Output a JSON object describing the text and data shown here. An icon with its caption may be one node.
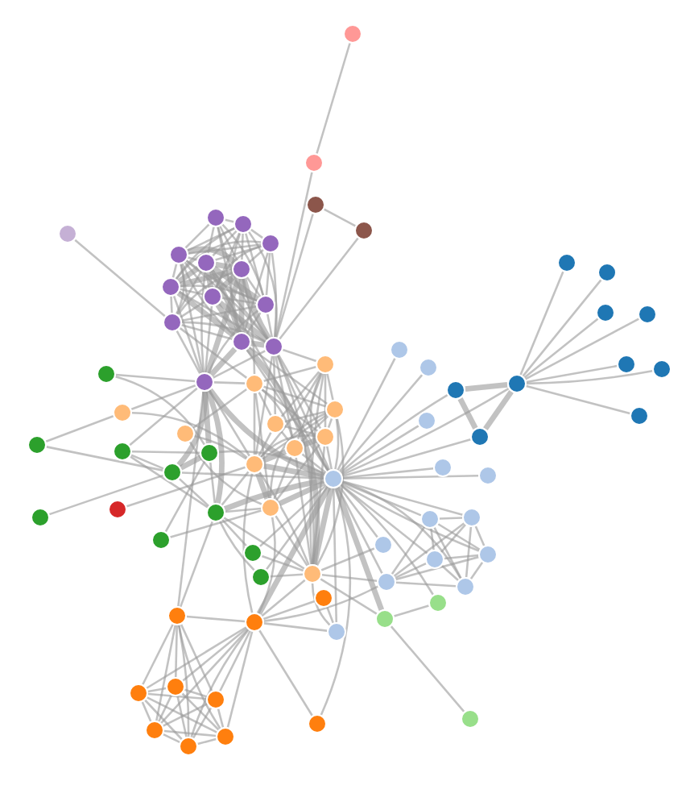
{
  "diagram": {
    "nodes": [
      {
        "text": [],
        "shape": "circle"
      },
      {
        "text": [],
        "shape": "circle"
      },
      {
        "text": [],
        "shape": "circle"
      },
      {
        "text": [],
        "shape": "circle"
      },
      {
        "text": [],
        "shape": "circle"
      },
      {
        "text": [],
        "shape": "circle"
      },
      {
        "text": [],
        "shape": "circle"
      },
      {
        "text": [],
        "shape": "circle"
      },
      {
        "text": [],
        "shape": "circle"
      },
      {
        "text": [],
        "shape": "circle"
      },
      {
        "text": [],
        "shape": "circle"
      },
      {
        "text": [],
        "shape": "circle"
      },
      {
        "text": [],
        "shape": "circle"
      },
      {
        "text": [],
        "shape": "circle"
      },
      {
        "text": [],
        "shape": "circle"
      },
      {
        "text": [],
        "shape": "circle"
      },
      {
        "text": [],
        "shape": "circle"
      },
      {
        "text": [],
        "shape": "circle"
      },
      {
        "text": [],
        "shape": "circle"
      },
      {
        "text": [],
        "shape": "circle"
      },
      {
        "text": [],
        "shape": "circle"
      },
      {
        "text": [],
        "shape": "circle"
      },
      {
        "text": [],
        "shape": "circle"
      },
      {
        "text": [],
        "shape": "circle"
      },
      {
        "text": [],
        "shape": "circle"
      },
      {
        "text": [],
        "shape": "circle"
      },
      {
        "text": [],
        "shape": "circle"
      },
      {
        "text": [],
        "shape": "circle"
      },
      {
        "text": [],
        "shape": "circle"
      },
      {
        "text": [],
        "shape": "circle"
      },
      {
        "text": [],
        "shape": "circle"
      },
      {
        "text": [],
        "shape": "circle"
      },
      {
        "text": [],
        "shape": "circle"
      },
      {
        "text": [],
        "shape": "circle"
      },
      {
        "text": [],
        "shape": "circle"
      },
      {
        "text": [],
        "shape": "circle"
      },
      {
        "text": [],
        "shape": "circle"
      },
      {
        "text": [],
        "shape": "circle"
      },
      {
        "text": [],
        "shape": "circle"
      },
      {
        "text": [],
        "shape": "circle"
      },
      {
        "text": [],
        "shape": "circle"
      },
      {
        "text": [],
        "shape": "circle"
      },
      {
        "text": [],
        "shape": "circle"
      },
      {
        "text": [],
        "shape": "circle"
      },
      {
        "text": [],
        "shape": "circle"
      },
      {
        "text": [],
        "shape": "circle"
      },
      {
        "text": [],
        "shape": "circle"
      },
      {
        "text": [],
        "shape": "circle"
      },
      {
        "text": [],
        "shape": "circle"
      },
      {
        "text": [],
        "shape": "circle"
      },
      {
        "text": [],
        "shape": "circle"
      },
      {
        "text": [],
        "shape": "circle"
      },
      {
        "text": [],
        "shape": "circle"
      },
      {
        "text": [],
        "shape": "circle"
      },
      {
        "text": [],
        "shape": "circle"
      },
      {
        "text": [],
        "shape": "circle"
      },
      {
        "text": [],
        "shape": "circle"
      },
      {
        "text": [],
        "shape": "circle"
      },
      {
        "text": [],
        "shape": "circle"
      },
      {
        "text": [],
        "shape": "circle"
      },
      {
        "text": [],
        "shape": "circle"
      },
      {
        "text": [],
        "shape": "circle"
      },
      {
        "text": [],
        "shape": "circle"
      },
      {
        "text": [],
        "shape": "circle"
      },
      {
        "text": [],
        "shape": "circle"
      },
      {
        "text": [],
        "shape": "circle"
      },
      {
        "text": [],
        "shape": "circle"
      },
      {
        "text": [],
        "shape": "circle"
      },
      {
        "text": [],
        "shape": "circle"
      },
      {
        "text": [],
        "shape": "circle"
      },
      {
        "text": [],
        "shape": "circle"
      },
      {
        "text": [],
        "shape": "circle"
      },
      {
        "text": [],
        "shape": "circle"
      },
      {
        "text": [],
        "shape": "circle"
      },
      {
        "text": [],
        "shape": "circle"
      },
      {
        "text": [],
        "shape": "circle"
      },
      {
        "text": [],
        "shape": "circle"
      }
    ],
    "edges": [
      {
        "from": 1,
        "to": 0,
        "arrow": "none"
      },
      {
        "from": 2,
        "to": 0,
        "arrow": "none",
        "style": "thick"
      },
      {
        "from": 3,
        "to": 0,
        "arrow": "none",
        "style": "thick"
      },
      {
        "from": 3,
        "to": 2,
        "arrow": "none",
        "style": "thick"
      },
      {
        "from": 4,
        "to": 0,
        "arrow": "none"
      },
      {
        "from": 5,
        "to": 0,
        "arrow": "none"
      },
      {
        "from": 6,
        "to": 0,
        "arrow": "none"
      },
      {
        "from": 7,
        "to": 0,
        "arrow": "none"
      },
      {
        "from": 8,
        "to": 0,
        "arrow": "none"
      },
      {
        "from": 9,
        "to": 0,
        "arrow": "none"
      },
      {
        "from": 11,
        "to": 10,
        "arrow": "none"
      },
      {
        "from": 11,
        "to": 3,
        "arrow": "none"
      },
      {
        "from": 11,
        "to": 2,
        "arrow": "none"
      },
      {
        "from": 11,
        "to": 0,
        "arrow": "none"
      },
      {
        "from": 12,
        "to": 11,
        "arrow": "none"
      },
      {
        "from": 13,
        "to": 11,
        "arrow": "none"
      },
      {
        "from": 14,
        "to": 11,
        "arrow": "none"
      },
      {
        "from": 15,
        "to": 11,
        "arrow": "none"
      },
      {
        "from": 17,
        "to": 16,
        "arrow": "none"
      },
      {
        "from": 18,
        "to": 16,
        "arrow": "none"
      },
      {
        "from": 18,
        "to": 17,
        "arrow": "none"
      },
      {
        "from": 19,
        "to": 16,
        "arrow": "none"
      },
      {
        "from": 19,
        "to": 17,
        "arrow": "none"
      },
      {
        "from": 19,
        "to": 18,
        "arrow": "none"
      },
      {
        "from": 20,
        "to": 16,
        "arrow": "none"
      },
      {
        "from": 20,
        "to": 17,
        "arrow": "none"
      },
      {
        "from": 20,
        "to": 18,
        "arrow": "none"
      },
      {
        "from": 20,
        "to": 19,
        "arrow": "none"
      },
      {
        "from": 21,
        "to": 16,
        "arrow": "none"
      },
      {
        "from": 21,
        "to": 17,
        "arrow": "none"
      },
      {
        "from": 21,
        "to": 18,
        "arrow": "none"
      },
      {
        "from": 21,
        "to": 19,
        "arrow": "none"
      },
      {
        "from": 21,
        "to": 20,
        "arrow": "none"
      },
      {
        "from": 22,
        "to": 16,
        "arrow": "none"
      },
      {
        "from": 22,
        "to": 17,
        "arrow": "none"
      },
      {
        "from": 22,
        "to": 18,
        "arrow": "none"
      },
      {
        "from": 22,
        "to": 19,
        "arrow": "none"
      },
      {
        "from": 22,
        "to": 20,
        "arrow": "none"
      },
      {
        "from": 22,
        "to": 21,
        "arrow": "none"
      },
      {
        "from": 23,
        "to": 16,
        "arrow": "none"
      },
      {
        "from": 23,
        "to": 17,
        "arrow": "none"
      },
      {
        "from": 23,
        "to": 18,
        "arrow": "none"
      },
      {
        "from": 23,
        "to": 19,
        "arrow": "none"
      },
      {
        "from": 23,
        "to": 20,
        "arrow": "none"
      },
      {
        "from": 23,
        "to": 21,
        "arrow": "none"
      },
      {
        "from": 23,
        "to": 22,
        "arrow": "none"
      },
      {
        "from": 23,
        "to": 12,
        "arrow": "none"
      },
      {
        "from": 23,
        "to": 11,
        "arrow": "none",
        "style": "thick"
      },
      {
        "from": 24,
        "to": 23,
        "arrow": "none"
      },
      {
        "from": 24,
        "to": 11,
        "arrow": "none",
        "style": "thick"
      },
      {
        "from": 25,
        "to": 24,
        "arrow": "none",
        "style": "thick"
      },
      {
        "from": 25,
        "to": 23,
        "arrow": "none"
      },
      {
        "from": 25,
        "to": 11,
        "arrow": "none",
        "style": "thick"
      },
      {
        "from": 26,
        "to": 24,
        "arrow": "none"
      },
      {
        "from": 26,
        "to": 11,
        "arrow": "none",
        "style": "thick"
      },
      {
        "from": 26,
        "to": 16,
        "arrow": "none"
      },
      {
        "from": 26,
        "to": 25,
        "arrow": "none"
      },
      {
        "from": 27,
        "to": 11,
        "arrow": "none",
        "style": "thick"
      },
      {
        "from": 27,
        "to": 23,
        "arrow": "none"
      },
      {
        "from": 27,
        "to": 25,
        "arrow": "none"
      },
      {
        "from": 27,
        "to": 24,
        "arrow": "none"
      },
      {
        "from": 27,
        "to": 26,
        "arrow": "none"
      },
      {
        "from": 28,
        "to": 11,
        "arrow": "none",
        "style": "thick"
      },
      {
        "from": 28,
        "to": 27,
        "arrow": "none"
      },
      {
        "from": 29,
        "to": 23,
        "arrow": "none"
      },
      {
        "from": 29,
        "to": 27,
        "arrow": "none"
      },
      {
        "from": 29,
        "to": 11,
        "arrow": "none"
      },
      {
        "from": 30,
        "to": 23,
        "arrow": "none"
      },
      {
        "from": 31,
        "to": 30,
        "arrow": "none"
      },
      {
        "from": 31,
        "to": 11,
        "arrow": "none"
      },
      {
        "from": 31,
        "to": 23,
        "arrow": "none"
      },
      {
        "from": 31,
        "to": 27,
        "arrow": "none"
      },
      {
        "from": 32,
        "to": 11,
        "arrow": "none"
      },
      {
        "from": 33,
        "to": 11,
        "arrow": "none"
      },
      {
        "from": 33,
        "to": 27,
        "arrow": "none"
      },
      {
        "from": 34,
        "to": 11,
        "arrow": "none"
      },
      {
        "from": 34,
        "to": 29,
        "arrow": "none"
      },
      {
        "from": 35,
        "to": 11,
        "arrow": "none"
      },
      {
        "from": 35,
        "to": 34,
        "arrow": "none"
      },
      {
        "from": 35,
        "to": 29,
        "arrow": "none"
      },
      {
        "from": 36,
        "to": 34,
        "arrow": "none"
      },
      {
        "from": 36,
        "to": 35,
        "arrow": "none"
      },
      {
        "from": 36,
        "to": 11,
        "arrow": "none"
      },
      {
        "from": 36,
        "to": 29,
        "arrow": "none"
      },
      {
        "from": 37,
        "to": 34,
        "arrow": "none"
      },
      {
        "from": 37,
        "to": 35,
        "arrow": "none"
      },
      {
        "from": 37,
        "to": 36,
        "arrow": "none"
      },
      {
        "from": 37,
        "to": 11,
        "arrow": "none"
      },
      {
        "from": 37,
        "to": 29,
        "arrow": "none"
      },
      {
        "from": 38,
        "to": 34,
        "arrow": "none"
      },
      {
        "from": 38,
        "to": 35,
        "arrow": "none"
      },
      {
        "from": 38,
        "to": 36,
        "arrow": "none"
      },
      {
        "from": 38,
        "to": 37,
        "arrow": "none"
      },
      {
        "from": 38,
        "to": 11,
        "arrow": "none"
      },
      {
        "from": 38,
        "to": 29,
        "arrow": "none"
      },
      {
        "from": 39,
        "to": 25,
        "arrow": "none"
      },
      {
        "from": 40,
        "to": 25,
        "arrow": "none"
      },
      {
        "from": 41,
        "to": 24,
        "arrow": "none"
      },
      {
        "from": 41,
        "to": 25,
        "arrow": "none"
      },
      {
        "from": 42,
        "to": 41,
        "arrow": "none"
      },
      {
        "from": 42,
        "to": 25,
        "arrow": "none"
      },
      {
        "from": 42,
        "to": 24,
        "arrow": "none"
      },
      {
        "from": 43,
        "to": 11,
        "arrow": "none"
      },
      {
        "from": 43,
        "to": 26,
        "arrow": "none"
      },
      {
        "from": 43,
        "to": 27,
        "arrow": "none"
      },
      {
        "from": 44,
        "to": 28,
        "arrow": "none"
      },
      {
        "from": 44,
        "to": 11,
        "arrow": "none"
      },
      {
        "from": 45,
        "to": 28,
        "arrow": "none"
      },
      {
        "from": 47,
        "to": 46,
        "arrow": "none"
      },
      {
        "from": 48,
        "to": 47,
        "arrow": "none"
      },
      {
        "from": 48,
        "to": 25,
        "arrow": "none"
      },
      {
        "from": 48,
        "to": 27,
        "arrow": "none"
      },
      {
        "from": 48,
        "to": 11,
        "arrow": "none"
      },
      {
        "from": 49,
        "to": 26,
        "arrow": "none"
      },
      {
        "from": 49,
        "to": 11,
        "arrow": "none"
      },
      {
        "from": 50,
        "to": 49,
        "arrow": "none"
      },
      {
        "from": 50,
        "to": 24,
        "arrow": "none"
      },
      {
        "from": 51,
        "to": 49,
        "arrow": "none",
        "style": "thick"
      },
      {
        "from": 51,
        "to": 26,
        "arrow": "none"
      },
      {
        "from": 51,
        "to": 11,
        "arrow": "none"
      },
      {
        "from": 52,
        "to": 51,
        "arrow": "none"
      },
      {
        "from": 52,
        "to": 39,
        "arrow": "none"
      },
      {
        "from": 53,
        "to": 51,
        "arrow": "none"
      },
      {
        "from": 54,
        "to": 51,
        "arrow": "none"
      },
      {
        "from": 54,
        "to": 49,
        "arrow": "none"
      },
      {
        "from": 54,
        "to": 26,
        "arrow": "none"
      },
      {
        "from": 55,
        "to": 51,
        "arrow": "none",
        "style": "thick"
      },
      {
        "from": 55,
        "to": 49,
        "arrow": "none",
        "style": "thick"
      },
      {
        "from": 55,
        "to": 39,
        "arrow": "none"
      },
      {
        "from": 55,
        "to": 54,
        "arrow": "none"
      },
      {
        "from": 55,
        "to": 26,
        "arrow": "none",
        "style": "thick"
      },
      {
        "from": 55,
        "to": 11,
        "arrow": "none",
        "style": "thick"
      },
      {
        "from": 55,
        "to": 16,
        "arrow": "none"
      },
      {
        "from": 55,
        "to": 25,
        "arrow": "none"
      },
      {
        "from": 55,
        "to": 41,
        "arrow": "none"
      },
      {
        "from": 55,
        "to": 48,
        "arrow": "none"
      },
      {
        "from": 56,
        "to": 49,
        "arrow": "none"
      },
      {
        "from": 56,
        "to": 55,
        "arrow": "none"
      },
      {
        "from": 57,
        "to": 55,
        "arrow": "none"
      },
      {
        "from": 57,
        "to": 41,
        "arrow": "none"
      },
      {
        "from": 57,
        "to": 48,
        "arrow": "none"
      },
      {
        "from": 58,
        "to": 55,
        "arrow": "none",
        "style": "thick"
      },
      {
        "from": 58,
        "to": 48,
        "arrow": "none",
        "style": "thick"
      },
      {
        "from": 58,
        "to": 27,
        "arrow": "none",
        "style": "thick"
      },
      {
        "from": 58,
        "to": 57,
        "arrow": "none"
      },
      {
        "from": 58,
        "to": 11,
        "arrow": "none"
      },
      {
        "from": 59,
        "to": 58,
        "arrow": "none",
        "style": "thick"
      },
      {
        "from": 59,
        "to": 55,
        "arrow": "none"
      },
      {
        "from": 59,
        "to": 48,
        "arrow": "none",
        "style": "thick"
      },
      {
        "from": 59,
        "to": 57,
        "arrow": "none"
      },
      {
        "from": 60,
        "to": 48,
        "arrow": "none"
      },
      {
        "from": 60,
        "to": 58,
        "arrow": "none"
      },
      {
        "from": 60,
        "to": 59,
        "arrow": "none"
      },
      {
        "from": 61,
        "to": 48,
        "arrow": "none"
      },
      {
        "from": 61,
        "to": 58,
        "arrow": "none",
        "style": "thick"
      },
      {
        "from": 61,
        "to": 60,
        "arrow": "none"
      },
      {
        "from": 61,
        "to": 59,
        "arrow": "none"
      },
      {
        "from": 61,
        "to": 57,
        "arrow": "none"
      },
      {
        "from": 61,
        "to": 55,
        "arrow": "none"
      },
      {
        "from": 62,
        "to": 55,
        "arrow": "none",
        "style": "thick"
      },
      {
        "from": 62,
        "to": 58,
        "arrow": "none",
        "style": "thick"
      },
      {
        "from": 62,
        "to": 59,
        "arrow": "none",
        "style": "thick"
      },
      {
        "from": 62,
        "to": 48,
        "arrow": "none",
        "style": "thick"
      },
      {
        "from": 62,
        "to": 57,
        "arrow": "none"
      },
      {
        "from": 62,
        "to": 41,
        "arrow": "none"
      },
      {
        "from": 62,
        "to": 61,
        "arrow": "none",
        "style": "thick"
      },
      {
        "from": 62,
        "to": 60,
        "arrow": "none"
      },
      {
        "from": 63,
        "to": 59,
        "arrow": "none"
      },
      {
        "from": 63,
        "to": 48,
        "arrow": "none"
      },
      {
        "from": 63,
        "to": 62,
        "arrow": "none",
        "style": "thick"
      },
      {
        "from": 63,
        "to": 57,
        "arrow": "none"
      },
      {
        "from": 63,
        "to": 58,
        "arrow": "none"
      },
      {
        "from": 63,
        "to": 61,
        "arrow": "none"
      },
      {
        "from": 63,
        "to": 60,
        "arrow": "none"
      },
      {
        "from": 63,
        "to": 55,
        "arrow": "none"
      },
      {
        "from": 64,
        "to": 55,
        "arrow": "none"
      },
      {
        "from": 64,
        "to": 62,
        "arrow": "none",
        "style": "thick"
      },
      {
        "from": 64,
        "to": 48,
        "arrow": "none"
      },
      {
        "from": 64,
        "to": 63,
        "arrow": "none"
      },
      {
        "from": 64,
        "to": 58,
        "arrow": "none",
        "style": "thick"
      },
      {
        "from": 64,
        "to": 61,
        "arrow": "none",
        "style": "thick"
      },
      {
        "from": 64,
        "to": 60,
        "arrow": "none"
      },
      {
        "from": 64,
        "to": 59,
        "arrow": "none",
        "style": "thick"
      },
      {
        "from": 64,
        "to": 57,
        "arrow": "none"
      },
      {
        "from": 64,
        "to": 11,
        "arrow": "none"
      },
      {
        "from": 65,
        "to": 63,
        "arrow": "none"
      },
      {
        "from": 65,
        "to": 64,
        "arrow": "none",
        "style": "thick"
      },
      {
        "from": 65,
        "to": 48,
        "arrow": "none"
      },
      {
        "from": 65,
        "to": 62,
        "arrow": "none"
      },
      {
        "from": 65,
        "to": 58,
        "arrow": "none"
      },
      {
        "from": 65,
        "to": 61,
        "arrow": "none"
      },
      {
        "from": 65,
        "to": 60,
        "arrow": "none"
      },
      {
        "from": 65,
        "to": 59,
        "arrow": "none"
      },
      {
        "from": 65,
        "to": 57,
        "arrow": "none"
      },
      {
        "from": 65,
        "to": 55,
        "arrow": "none"
      },
      {
        "from": 66,
        "to": 64,
        "arrow": "none"
      },
      {
        "from": 66,
        "to": 58,
        "arrow": "none"
      },
      {
        "from": 66,
        "to": 59,
        "arrow": "none"
      },
      {
        "from": 66,
        "to": 62,
        "arrow": "none"
      },
      {
        "from": 66,
        "to": 65,
        "arrow": "none"
      },
      {
        "from": 66,
        "to": 48,
        "arrow": "none"
      },
      {
        "from": 66,
        "to": 63,
        "arrow": "none"
      },
      {
        "from": 66,
        "to": 61,
        "arrow": "none"
      },
      {
        "from": 66,
        "to": 60,
        "arrow": "none"
      },
      {
        "from": 67,
        "to": 57,
        "arrow": "none"
      },
      {
        "from": 68,
        "to": 25,
        "arrow": "none"
      },
      {
        "from": 68,
        "to": 11,
        "arrow": "none"
      },
      {
        "from": 68,
        "to": 24,
        "arrow": "none"
      },
      {
        "from": 68,
        "to": 27,
        "arrow": "none"
      },
      {
        "from": 68,
        "to": 48,
        "arrow": "none"
      },
      {
        "from": 68,
        "to": 41,
        "arrow": "none"
      },
      {
        "from": 69,
        "to": 25,
        "arrow": "none",
        "style": "thick"
      },
      {
        "from": 69,
        "to": 68,
        "arrow": "none",
        "style": "thick"
      },
      {
        "from": 69,
        "to": 11,
        "arrow": "none"
      },
      {
        "from": 69,
        "to": 24,
        "arrow": "none"
      },
      {
        "from": 69,
        "to": 27,
        "arrow": "none"
      },
      {
        "from": 69,
        "to": 48,
        "arrow": "none"
      },
      {
        "from": 69,
        "to": 41,
        "arrow": "none"
      },
      {
        "from": 70,
        "to": 25,
        "arrow": "none"
      },
      {
        "from": 70,
        "to": 69,
        "arrow": "none"
      },
      {
        "from": 70,
        "to": 68,
        "arrow": "none"
      },
      {
        "from": 70,
        "to": 11,
        "arrow": "none"
      },
      {
        "from": 70,
        "to": 24,
        "arrow": "none"
      },
      {
        "from": 70,
        "to": 27,
        "arrow": "none"
      },
      {
        "from": 70,
        "to": 41,
        "arrow": "none"
      },
      {
        "from": 70,
        "to": 58,
        "arrow": "none"
      },
      {
        "from": 71,
        "to": 27,
        "arrow": "none"
      },
      {
        "from": 71,
        "to": 69,
        "arrow": "none"
      },
      {
        "from": 71,
        "to": 68,
        "arrow": "none"
      },
      {
        "from": 71,
        "to": 70,
        "arrow": "none"
      },
      {
        "from": 71,
        "to": 11,
        "arrow": "none"
      },
      {
        "from": 71,
        "to": 48,
        "arrow": "none"
      },
      {
        "from": 71,
        "to": 41,
        "arrow": "none"
      },
      {
        "from": 71,
        "to": 25,
        "arrow": "none"
      },
      {
        "from": 72,
        "to": 26,
        "arrow": "none"
      },
      {
        "from": 72,
        "to": 27,
        "arrow": "none"
      },
      {
        "from": 72,
        "to": 11,
        "arrow": "none"
      },
      {
        "from": 73,
        "to": 48,
        "arrow": "none"
      },
      {
        "from": 74,
        "to": 48,
        "arrow": "none"
      },
      {
        "from": 74,
        "to": 73,
        "arrow": "none"
      },
      {
        "from": 75,
        "to": 69,
        "arrow": "none"
      },
      {
        "from": 75,
        "to": 68,
        "arrow": "none"
      },
      {
        "from": 75,
        "to": 25,
        "arrow": "none"
      },
      {
        "from": 75,
        "to": 48,
        "arrow": "none"
      },
      {
        "from": 75,
        "to": 41,
        "arrow": "none"
      },
      {
        "from": 75,
        "to": 70,
        "arrow": "none"
      },
      {
        "from": 75,
        "to": 71,
        "arrow": "none"
      },
      {
        "from": 76,
        "to": 64,
        "arrow": "none"
      },
      {
        "from": 76,
        "to": 65,
        "arrow": "none"
      },
      {
        "from": 76,
        "to": 66,
        "arrow": "none"
      },
      {
        "from": 76,
        "to": 63,
        "arrow": "none"
      },
      {
        "from": 76,
        "to": 62,
        "arrow": "none"
      },
      {
        "from": 76,
        "to": 48,
        "arrow": "none"
      },
      {
        "from": 76,
        "to": 58,
        "arrow": "none"
      }
    ]
  }
}
